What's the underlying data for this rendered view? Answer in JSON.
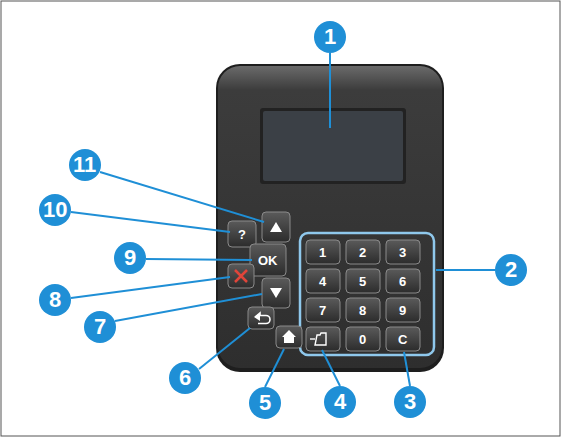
{
  "diagram": {
    "labels": [
      "1",
      "2",
      "3",
      "4",
      "5",
      "6",
      "7",
      "8",
      "9",
      "10",
      "11",
      "1",
      "2",
      "3",
      "4",
      "5",
      "6",
      "7",
      "8",
      "9",
      "0",
      "C",
      "OK",
      "?"
    ]
  }
}
